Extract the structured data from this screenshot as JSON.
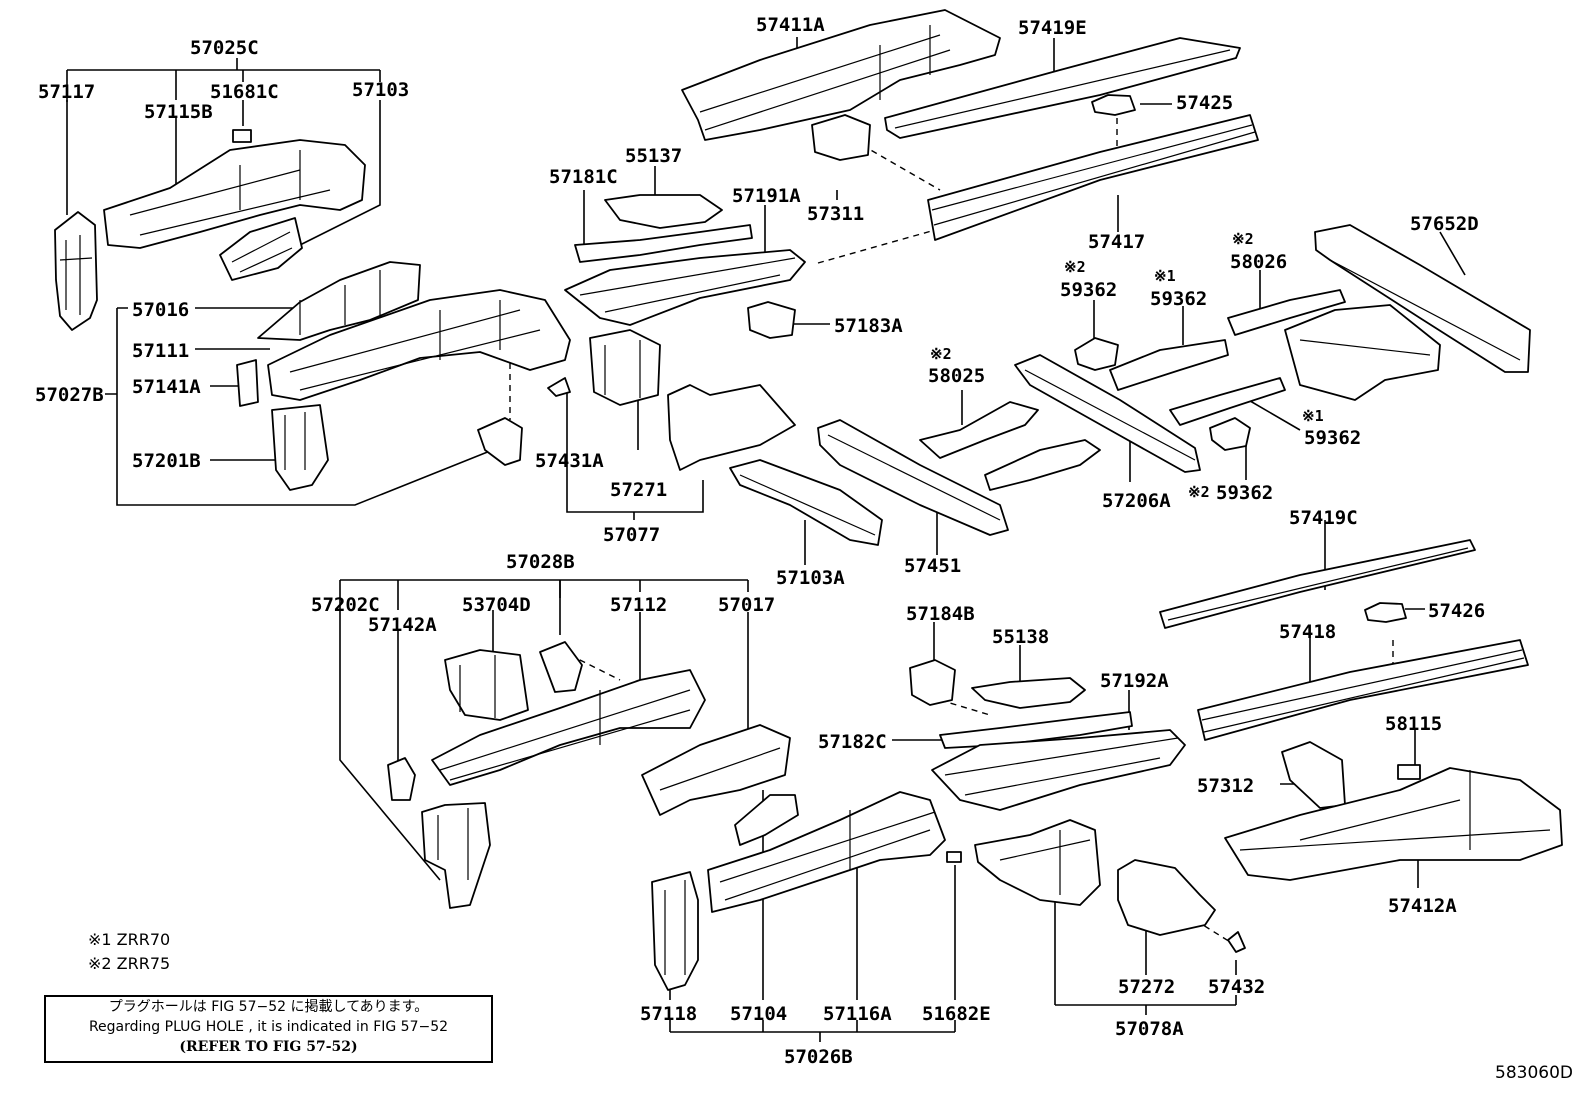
{
  "labels": {
    "l57025C": "57025C",
    "l57117": "57117",
    "l51681C": "51681C",
    "l57103": "57103",
    "l57115B": "57115B",
    "l57016": "57016",
    "l57111": "57111",
    "l57027B": "57027B",
    "l57141A": "57141A",
    "l57201B": "57201B",
    "l57411A": "57411A",
    "l57419E": "57419E",
    "l57425": "57425",
    "l55137": "55137",
    "l57181C": "57181C",
    "l57191A": "57191A",
    "l57311": "57311",
    "l57417": "57417",
    "l57183A": "57183A",
    "l57431A": "57431A",
    "l57271": "57271",
    "l57077": "57077",
    "l57103A": "57103A",
    "l58025": "58025",
    "l59362a": "59362",
    "l59362b": "59362",
    "l58026": "58026",
    "l57652D": "57652D",
    "l59362c": "59362",
    "l57206A": "57206A",
    "l59362d": "59362",
    "l57451": "57451",
    "l57419C": "57419C",
    "l57426": "57426",
    "l57418": "57418",
    "l58115": "58115",
    "l57312": "57312",
    "l57412A": "57412A",
    "l57028B": "57028B",
    "l57202C": "57202C",
    "l53704D": "53704D",
    "l57112": "57112",
    "l57017": "57017",
    "l57142A": "57142A",
    "l57184B": "57184B",
    "l55138": "55138",
    "l57192A": "57192A",
    "l57182C": "57182C",
    "l57118": "57118",
    "l57104": "57104",
    "l57116A": "57116A",
    "l51682E": "51682E",
    "l57026B": "57026B",
    "l57272": "57272",
    "l57432": "57432",
    "l57078A": "57078A",
    "l583060D": "583060D"
  },
  "marks": {
    "m58025": "※2",
    "m59362a": "※2",
    "m59362b": "※1",
    "m58026": "※2",
    "m59362c": "※1",
    "m59362d": "※2"
  },
  "legend": {
    "item1": "※1 ZRR70",
    "item2": "※2 ZRR75"
  },
  "note": {
    "line1": "プラグホールは FIG 57−52 に掲載してあります。",
    "line2": "Regarding  PLUG  HOLE , it is indicated in  FIG  57−52",
    "line3": "(REFER TO FIG 57-52)"
  }
}
